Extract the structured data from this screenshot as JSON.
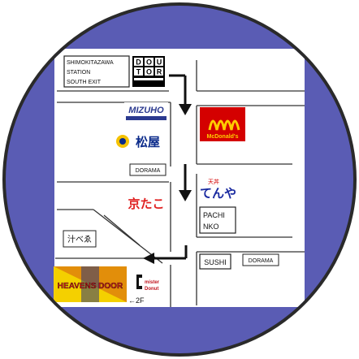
{
  "colors": {
    "outer_ring": "#2a2a2a",
    "circle_fill": "#5a5cb4",
    "map_bg": "#ffffff",
    "street_line": "#333333",
    "arrow": "#111111",
    "mizuho_blue": "#2b3a8f",
    "mcdonalds_red": "#d40000",
    "mcdonalds_yellow": "#ffcc00",
    "matsuya_yellow": "#f5c200",
    "matsuya_blue": "#0a2a8a",
    "kyotako_red": "#e02020",
    "tenya_blue": "#1a2aa0",
    "heavens_door_yellow": "#f4d000",
    "heavens_door_red": "#c0141e",
    "heavens_door_blue": "#1c2e86"
  },
  "station": {
    "line1": "SHIMOKITAZAWA",
    "line2": "STATION",
    "line3": "SOUTH EXIT"
  },
  "doutor": {
    "letters": [
      "D",
      "O",
      "U",
      "T",
      "O",
      "R"
    ]
  },
  "mizuho": {
    "label": "MIZUHO"
  },
  "mcdonalds": {
    "label": "McDonald's"
  },
  "matsuya": {
    "label": "松屋"
  },
  "dorama_top": {
    "label": "DORAMA"
  },
  "kyotako": {
    "label": "京たこ"
  },
  "tenya": {
    "small": "天丼",
    "label": "てんや"
  },
  "pachinko": {
    "line1": "PACHI",
    "line2": "NKO"
  },
  "shop_jp": {
    "label": "汁べゑ"
  },
  "sushi": {
    "label": "SUSHI"
  },
  "dorama_bottom": {
    "label": "DORAMA"
  },
  "heavens_door": {
    "label": "HEAVENS DOOR"
  },
  "mister_donut": {
    "line1": "mister",
    "line2": "Donut"
  },
  "floor_note": {
    "label": "←2F"
  }
}
